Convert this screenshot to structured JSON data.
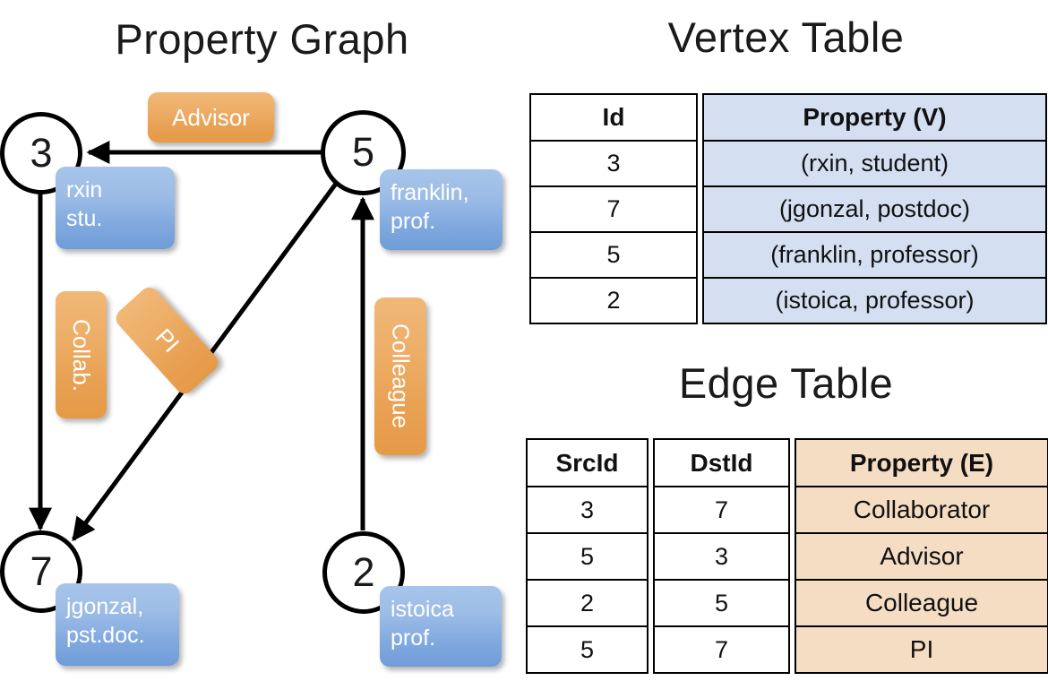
{
  "titles": {
    "property_graph": "Property Graph",
    "vertex_table": "Vertex Table",
    "edge_table": "Edge Table"
  },
  "graph": {
    "nodes": [
      {
        "id": "3",
        "property_lines": [
          "rxin",
          "stu."
        ]
      },
      {
        "id": "5",
        "property_lines": [
          "franklin,",
          "prof."
        ]
      },
      {
        "id": "7",
        "property_lines": [
          "jgonzal,",
          "pst.doc."
        ]
      },
      {
        "id": "2",
        "property_lines": [
          "istoica",
          "prof."
        ]
      }
    ],
    "node_labels": {
      "n3": "3",
      "n5": "5",
      "n7": "7",
      "n2": "2"
    },
    "property_labels": {
      "rxin_l1": "rxin",
      "rxin_l2": "stu.",
      "franklin_l1": "franklin,",
      "franklin_l2": "prof.",
      "jgonzal_l1": "jgonzal,",
      "jgonzal_l2": "pst.doc.",
      "istoica_l1": "istoica",
      "istoica_l2": "prof."
    },
    "edge_labels": {
      "advisor": "Advisor",
      "collab": "Collab.",
      "pi": "PI",
      "colleague": "Colleague"
    },
    "edges": [
      {
        "from": "5",
        "to": "3",
        "label": "Advisor"
      },
      {
        "from": "3",
        "to": "7",
        "label": "Collab."
      },
      {
        "from": "5",
        "to": "7",
        "label": "PI"
      },
      {
        "from": "2",
        "to": "5",
        "label": "Colleague"
      }
    ]
  },
  "vertex_table": {
    "headers": {
      "id": "Id",
      "property": "Property (V)"
    },
    "rows": [
      {
        "id": "3",
        "property": "(rxin, student)"
      },
      {
        "id": "7",
        "property": "(jgonzal, postdoc)"
      },
      {
        "id": "5",
        "property": "(franklin, professor)"
      },
      {
        "id": "2",
        "property": "(istoica, professor)"
      }
    ]
  },
  "edge_table": {
    "headers": {
      "src": "SrcId",
      "dst": "DstId",
      "property": "Property (E)"
    },
    "rows": [
      {
        "src": "3",
        "dst": "7",
        "property": "Collaborator"
      },
      {
        "src": "5",
        "dst": "3",
        "property": "Advisor"
      },
      {
        "src": "2",
        "dst": "5",
        "property": "Colleague"
      },
      {
        "src": "5",
        "dst": "7",
        "property": "PI"
      }
    ]
  },
  "colors": {
    "vertex_property_fill": "#d4dff2",
    "edge_property_fill": "#f5ddc4",
    "node_box_blue": "#81a9df",
    "edge_label_orange": "#e89f50",
    "stroke": "#000000"
  }
}
